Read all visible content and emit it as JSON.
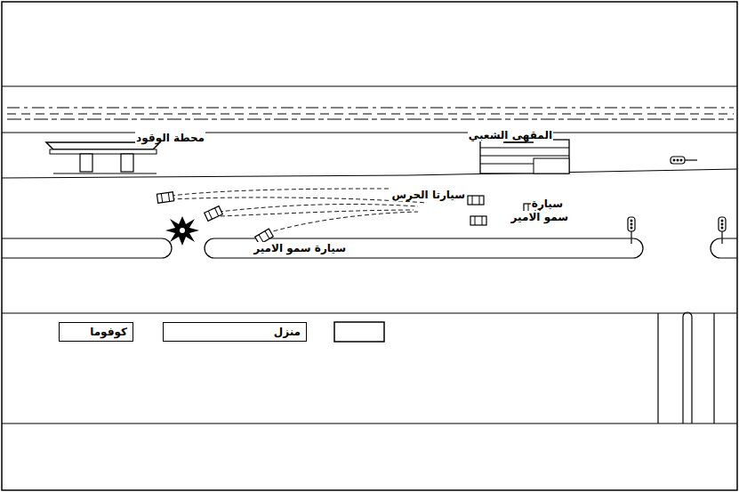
{
  "diagram": {
    "nodes": [
      {
        "text": [
          "كوفوما"
        ]
      },
      {
        "text": [
          "منزل"
        ]
      }
    ],
    "labels": [
      "محطة الوقود",
      "المقهى الشعبي",
      "سيارتا الحرس",
      "سيارة",
      "سمو الامير",
      "سيارة سمو الامير"
    ]
  }
}
